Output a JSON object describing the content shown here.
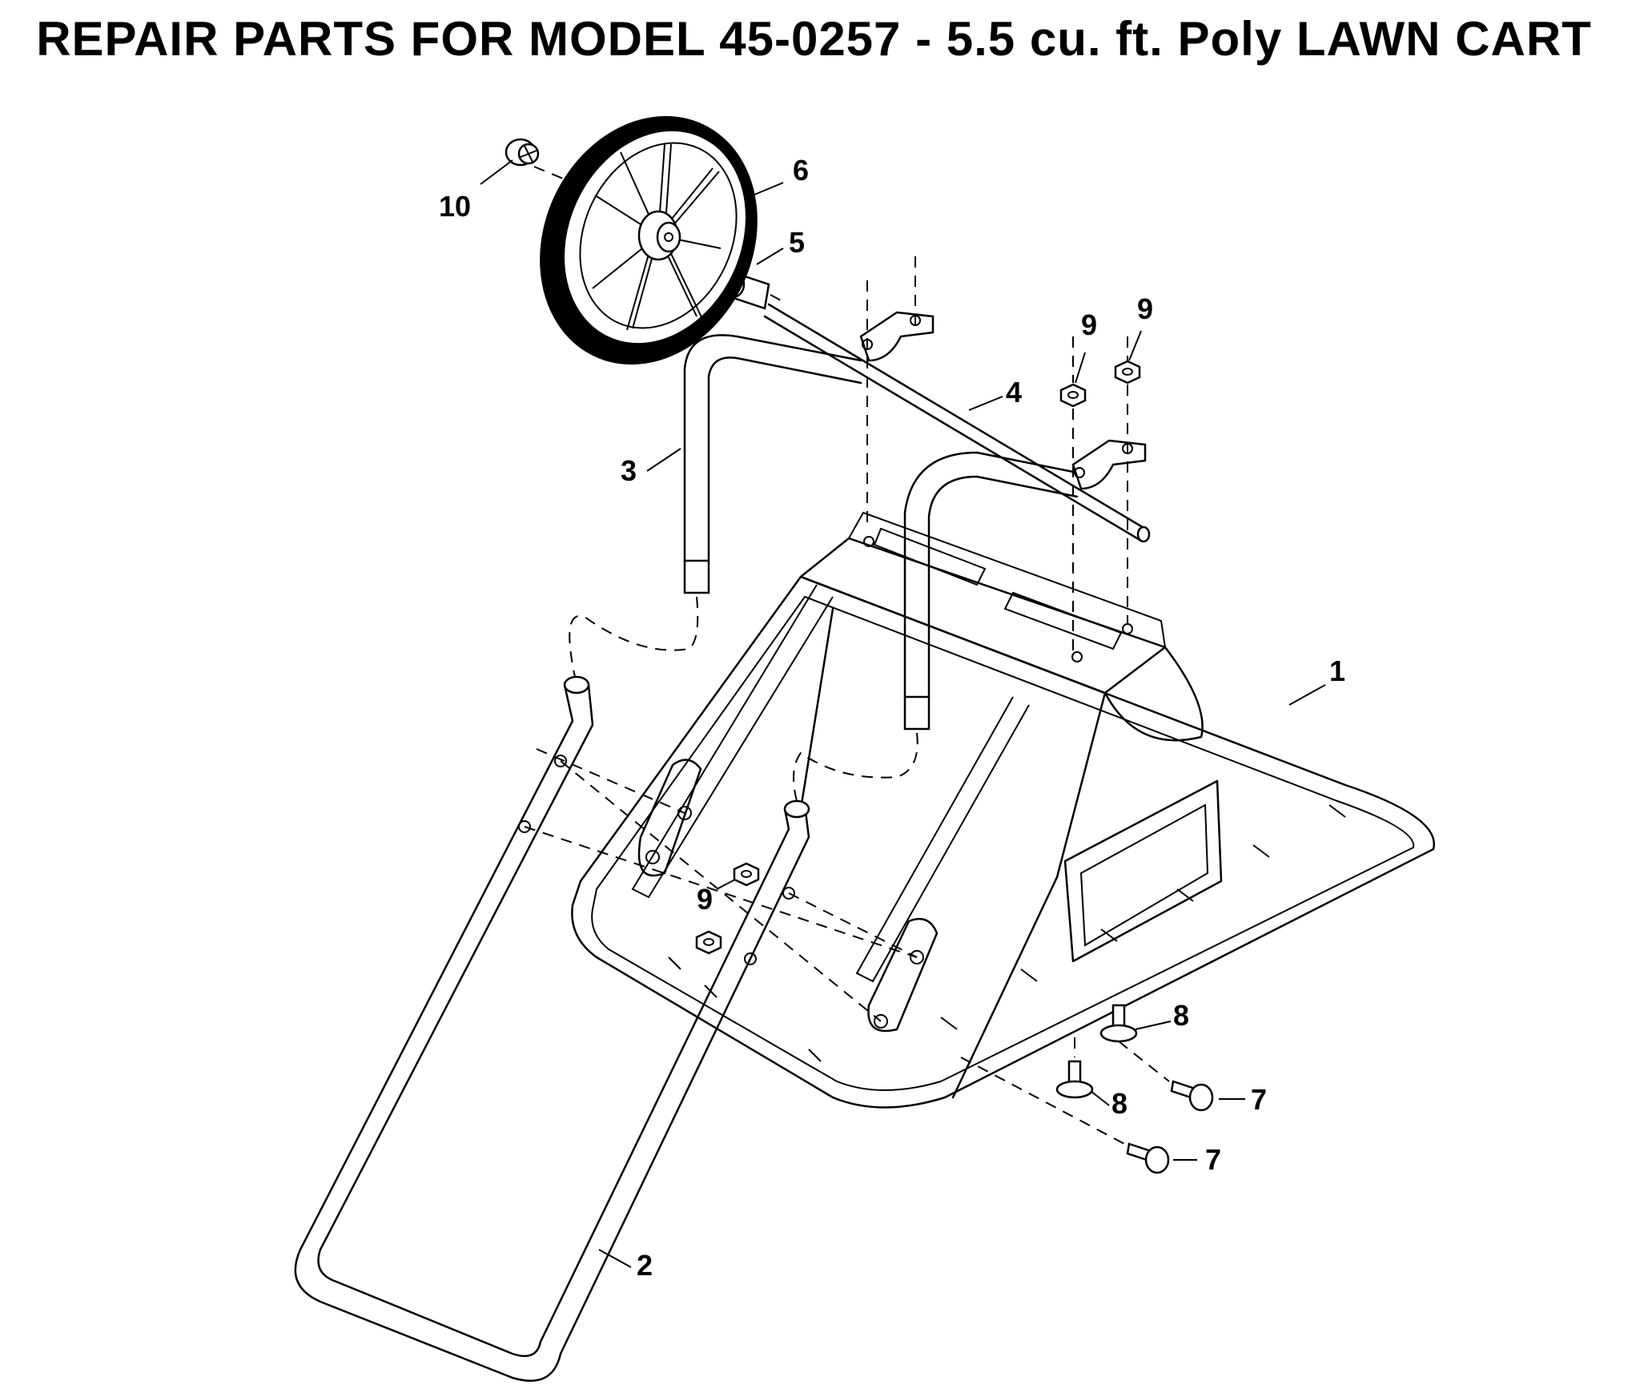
{
  "title": "REPAIR PARTS FOR MODEL 45-0257 - 5.5 cu. ft. Poly LAWN CART",
  "callouts": {
    "c1": "1",
    "c2": "2",
    "c3": "3",
    "c4": "4",
    "c5": "5",
    "c6": "6",
    "c7a": "7",
    "c7b": "7",
    "c8a": "8",
    "c8b": "8",
    "c9a": "9",
    "c9b": "9",
    "c9c": "9",
    "c10": "10"
  }
}
